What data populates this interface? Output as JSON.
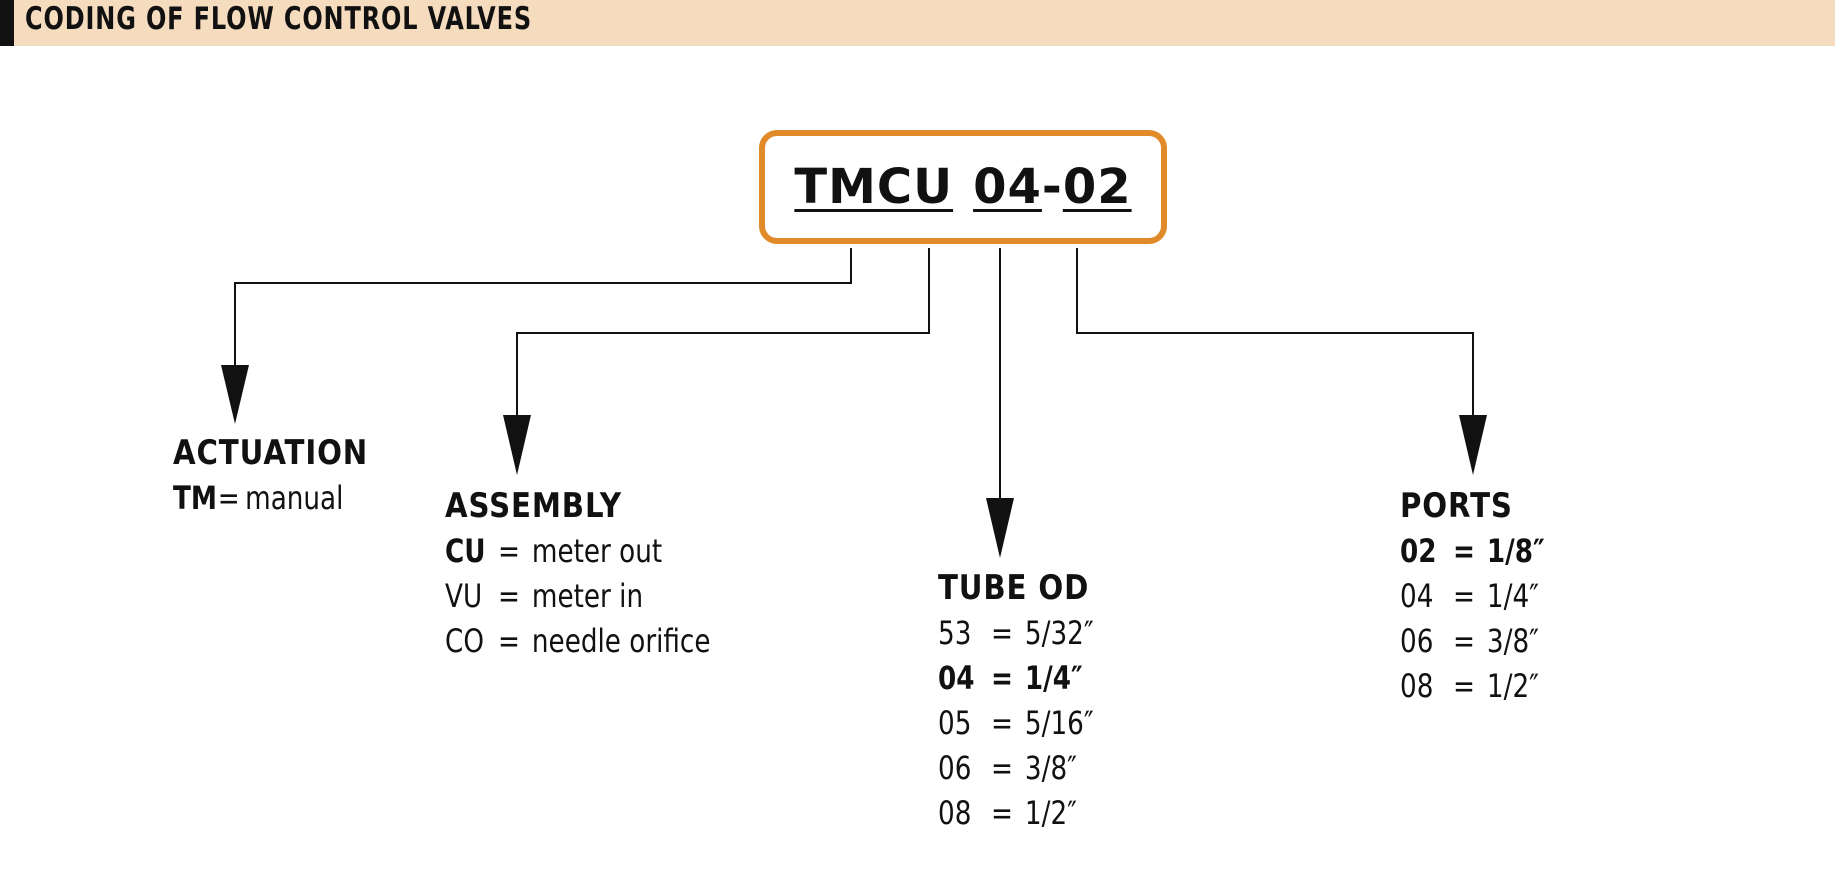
{
  "header": {
    "title": "CODING OF FLOW CONTROL VALVES",
    "background_color": "#f6dcbe",
    "accent_color": "#111111"
  },
  "code_box": {
    "border_color": "#e08a2a",
    "parts": [
      "TMCU",
      "04",
      "02"
    ],
    "separator": "-"
  },
  "groups": {
    "actuation": {
      "title": "ACTUATION",
      "options": [
        {
          "code": "TM",
          "eq": "=",
          "value": "manual",
          "highlight": true
        }
      ]
    },
    "assembly": {
      "title": "ASSEMBLY",
      "options": [
        {
          "code": "CU",
          "eq": "=",
          "value": "meter out",
          "highlight": true
        },
        {
          "code": "VU",
          "eq": "=",
          "value": "meter in",
          "highlight": false
        },
        {
          "code": "CO",
          "eq": "=",
          "value": "needle orifice",
          "highlight": false
        }
      ]
    },
    "tube_od": {
      "title": "TUBE OD",
      "options": [
        {
          "code": "53",
          "eq": "=",
          "value": "5/32″",
          "highlight": false
        },
        {
          "code": "04",
          "eq": "=",
          "value": "1/4″",
          "highlight": true
        },
        {
          "code": "05",
          "eq": "=",
          "value": "5/16″",
          "highlight": false
        },
        {
          "code": "06",
          "eq": "=",
          "value": "3/8″",
          "highlight": false
        },
        {
          "code": "08",
          "eq": "=",
          "value": "1/2″",
          "highlight": false
        }
      ]
    },
    "ports": {
      "title": "PORTS",
      "options": [
        {
          "code": "02",
          "eq": "=",
          "value": "1/8″",
          "highlight": true
        },
        {
          "code": "04",
          "eq": "=",
          "value": "1/4″",
          "highlight": false
        },
        {
          "code": "06",
          "eq": "=",
          "value": "3/8″",
          "highlight": false
        },
        {
          "code": "08",
          "eq": "=",
          "value": "1/2″",
          "highlight": false
        }
      ]
    }
  }
}
